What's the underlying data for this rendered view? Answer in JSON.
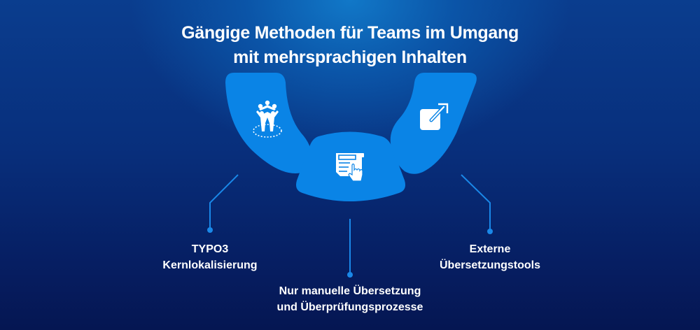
{
  "title": {
    "line1": "Gängige Methoden für Teams im Umgang",
    "line2": "mit mehrsprachigen Inhalten"
  },
  "colors": {
    "segment_fill": "#0a84e6",
    "connector": "#1a88e8",
    "text": "#ffffff",
    "background_top": "#1178c8",
    "background_bottom": "#051652"
  },
  "methods": [
    {
      "icon": "team-icon",
      "label_line1": "TYPO3",
      "label_line2": "Kernlokalisierung"
    },
    {
      "icon": "document-hand-icon",
      "label_line1": "Nur manuelle Übersetzung",
      "label_line2": "und Überprüfungsprozesse"
    },
    {
      "icon": "external-link-icon",
      "label_line1": "Externe",
      "label_line2": "Übersetzungstools"
    }
  ]
}
